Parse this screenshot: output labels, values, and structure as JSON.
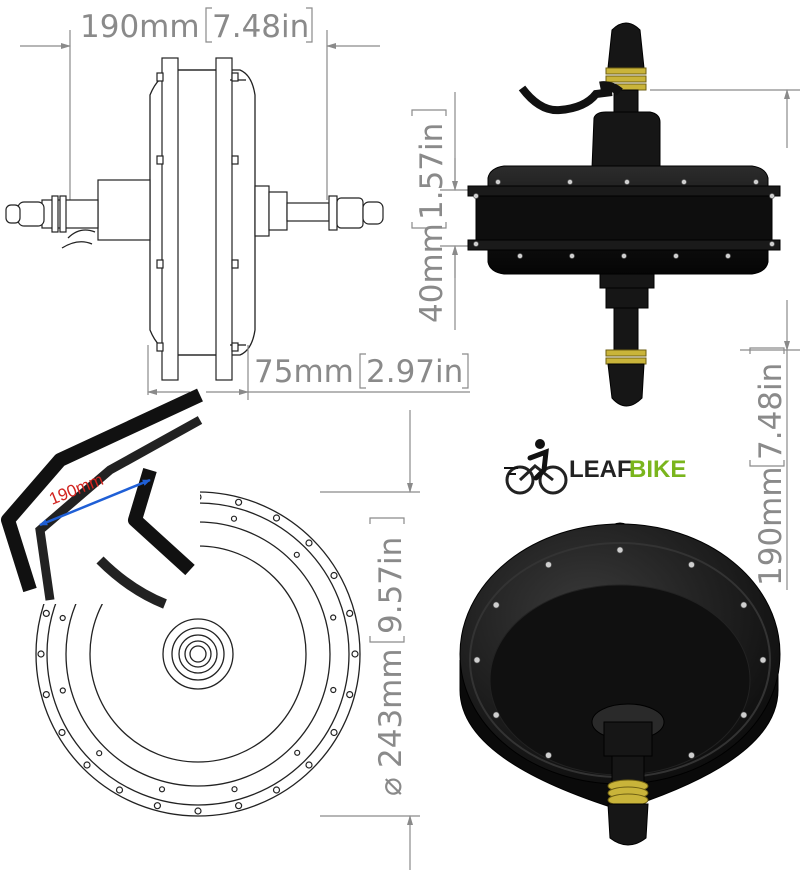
{
  "dimensions": {
    "overall_width": {
      "mm": "190mm",
      "in": "7.48in"
    },
    "side_cover_width": {
      "mm": "75mm",
      "in": "2.97in"
    },
    "hub_height": {
      "mm": "40mm",
      "in": "1.57in"
    },
    "axle_length": {
      "mm": "190mm",
      "in": "7.48in"
    },
    "diameter": {
      "symbol": "⌀",
      "mm": "243mm",
      "in": "9.57in"
    },
    "dropout_spacing": "190mm"
  },
  "brand": {
    "name_part1": "LEAF",
    "name_part2": "BIKE",
    "color_dark": "#222222",
    "color_green": "#7ab51d"
  },
  "colors": {
    "dimension": "#8a8a8a",
    "motor_black": "#161616",
    "accent_red": "#d2231f",
    "accent_blue": "#1f5fd6",
    "spring_gold": "#c9b43a"
  }
}
